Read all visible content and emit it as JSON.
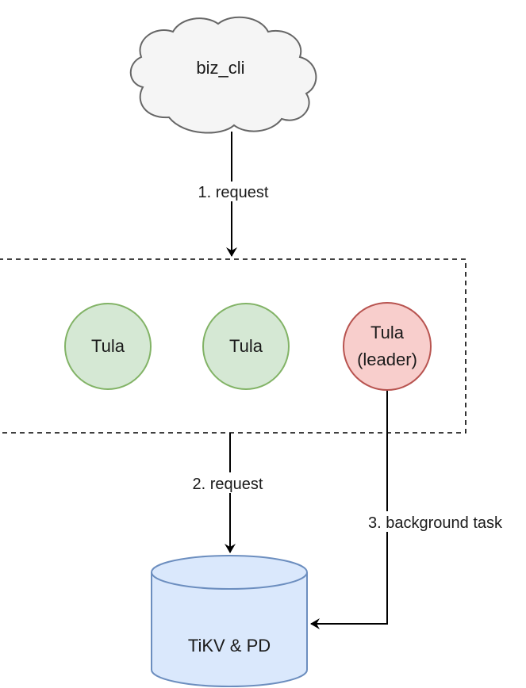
{
  "nodes": {
    "client": {
      "label": "biz_cli"
    },
    "tula_1": {
      "label": "Tula"
    },
    "tula_2": {
      "label": "Tula"
    },
    "tula_leader": {
      "line1": "Tula",
      "line2": "(leader)"
    },
    "storage": {
      "label": "TiKV & PD"
    }
  },
  "edges": {
    "request_1": {
      "label": "1. request"
    },
    "request_2": {
      "label": "2. request"
    },
    "background_task": {
      "label": "3. background task"
    }
  },
  "colors": {
    "cloud_fill": "#f5f5f5",
    "cloud_stroke": "#666666",
    "follower_fill": "#d5e8d4",
    "follower_stroke": "#82b366",
    "leader_fill": "#f8cecc",
    "leader_stroke": "#b85450",
    "db_fill": "#dae8fc",
    "db_stroke": "#6c8ebf",
    "line": "#000000"
  }
}
